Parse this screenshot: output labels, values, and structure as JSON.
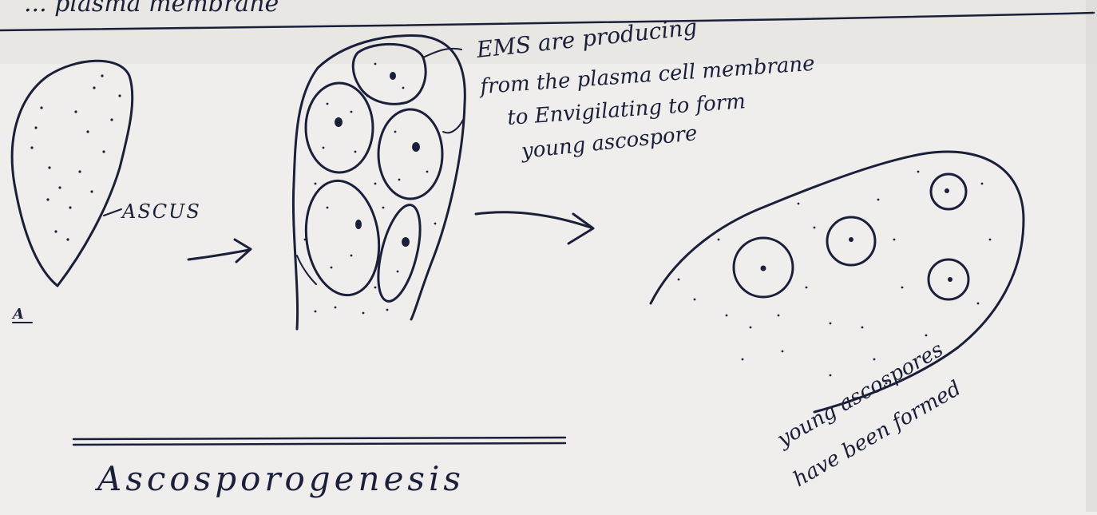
{
  "top_fragment": "... plasma membrane",
  "labels": {
    "ascus": "ASCUS",
    "stage": "A"
  },
  "notes": {
    "ems_line1": "EMS are producing",
    "ems_line2": "from the plasma cell membrane",
    "ems_line3": "to Envigilating to form",
    "ems_line4": "young ascospore",
    "formed_line1": "young ascospores",
    "formed_line2": "have been formed"
  },
  "title": "Ascosporogenesis",
  "colors": {
    "ink": "#1b1f3a",
    "paper": "#efeeec"
  }
}
